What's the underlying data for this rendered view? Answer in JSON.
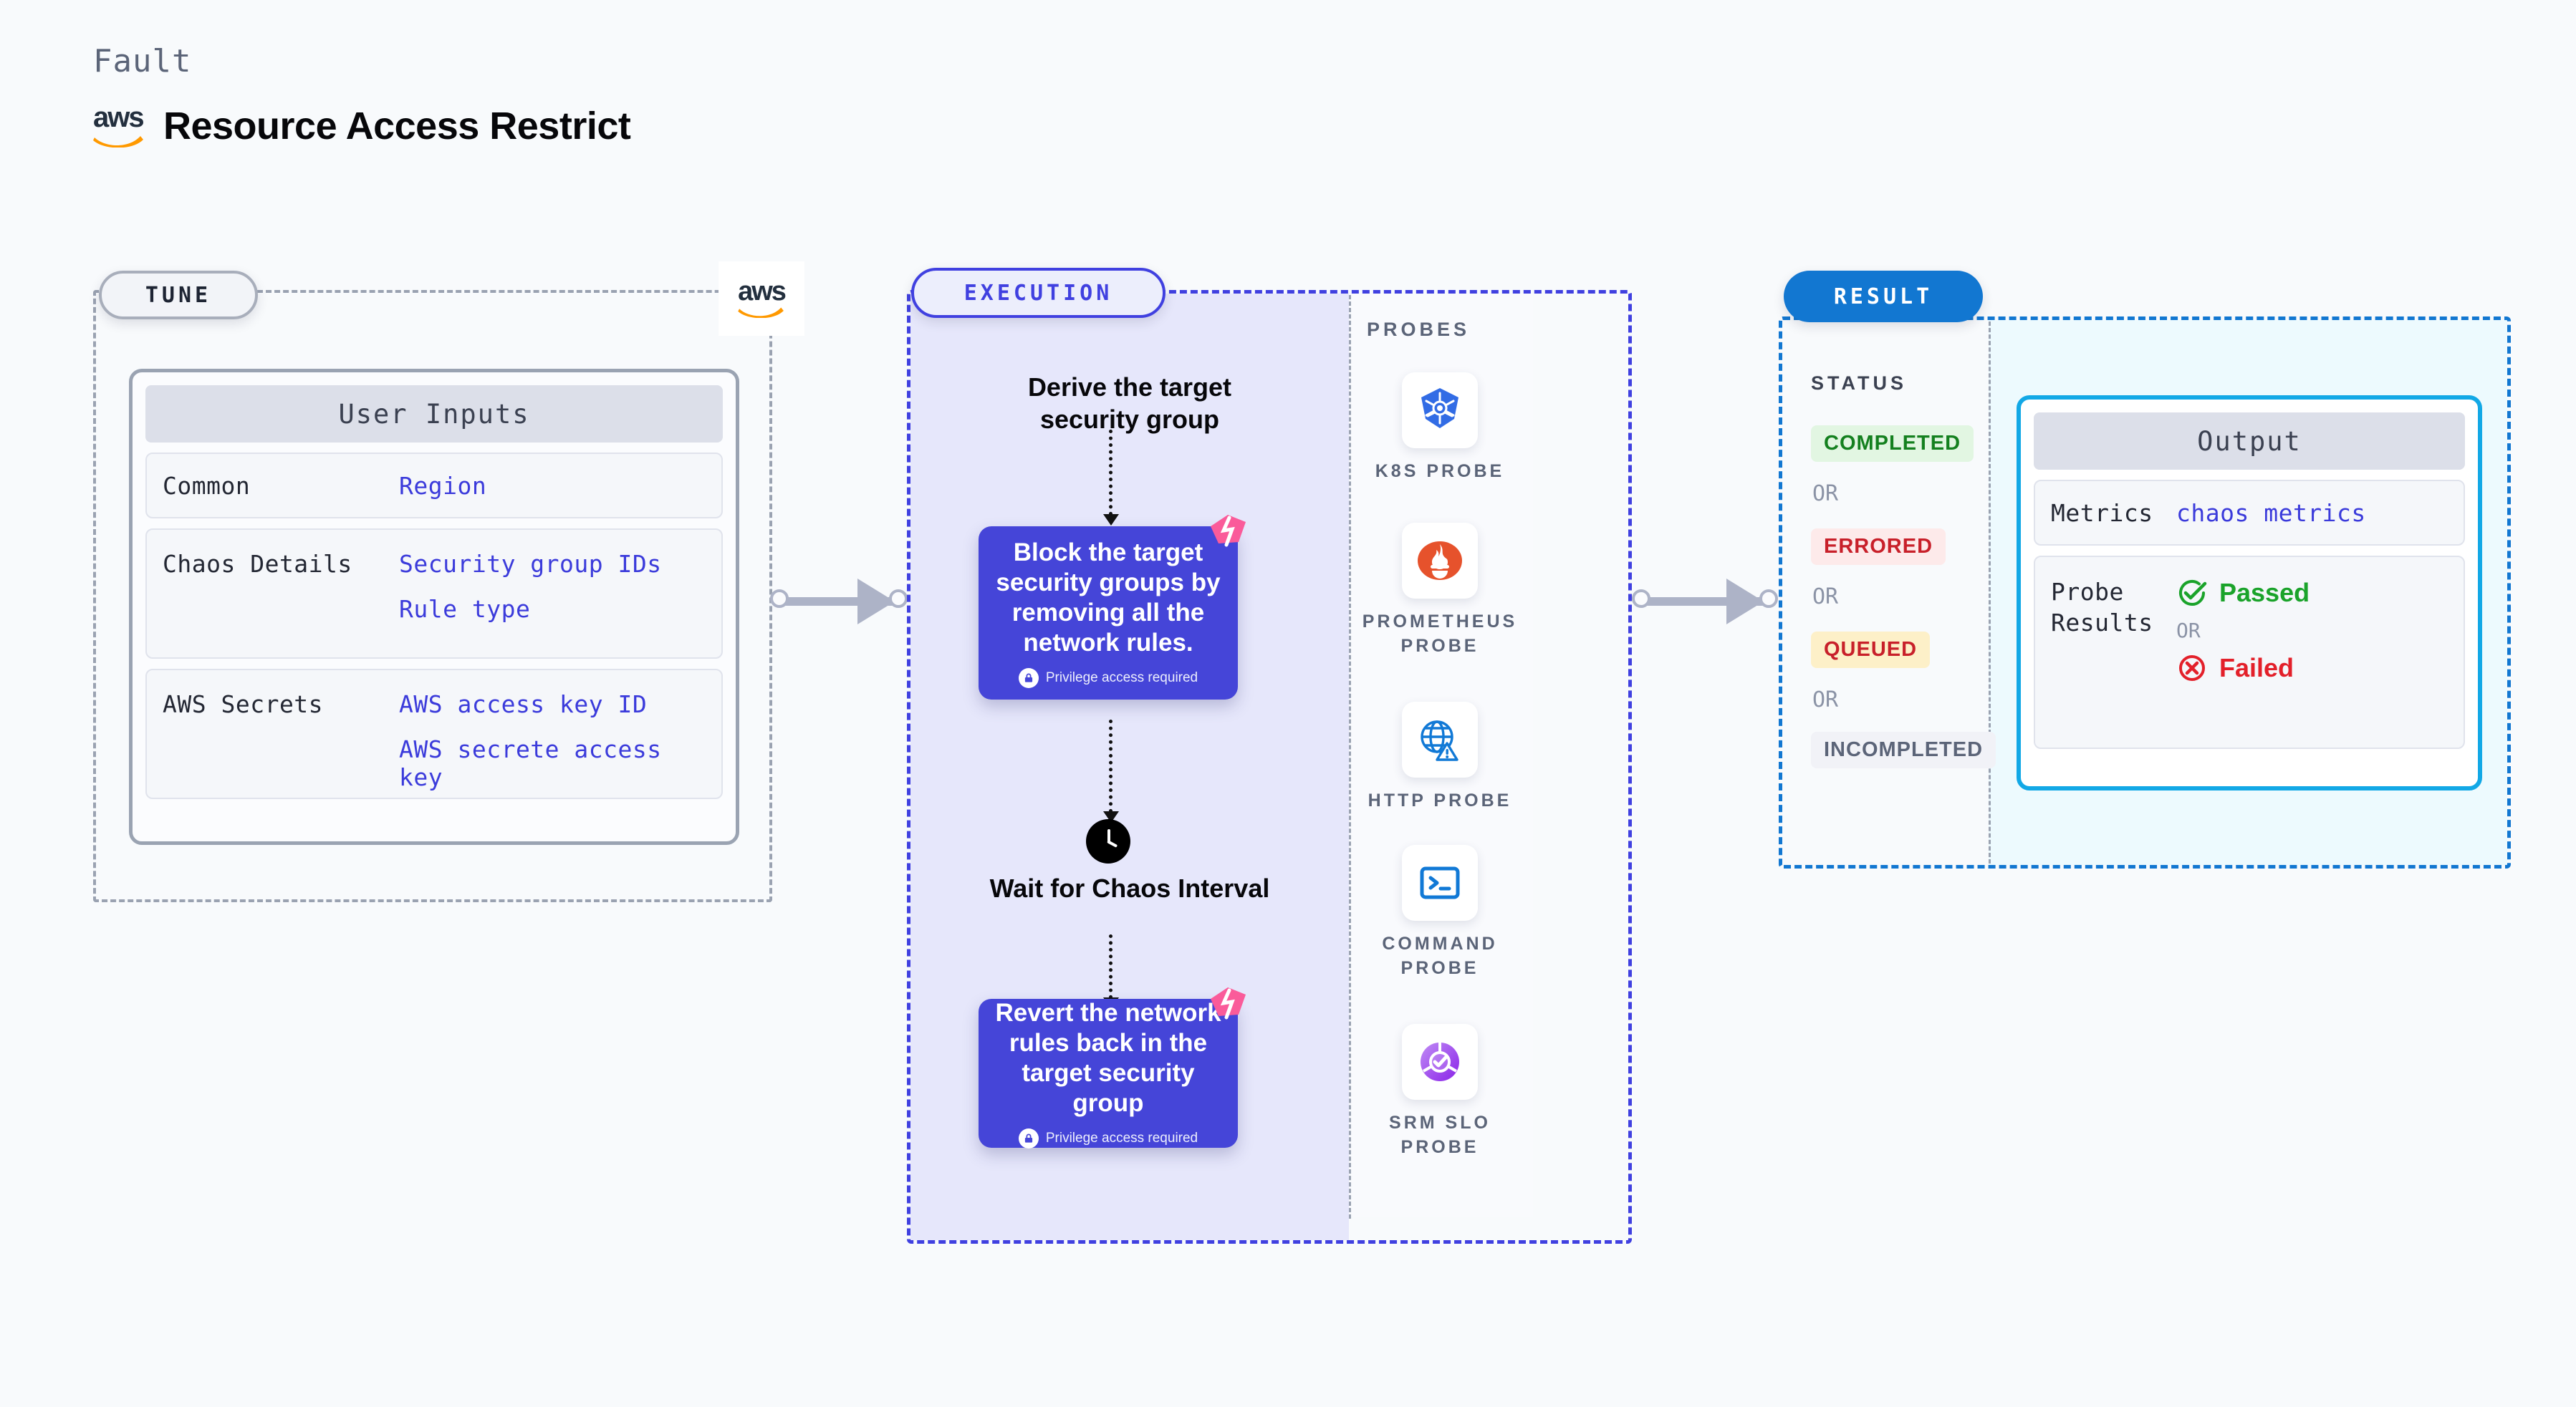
{
  "header": {
    "fault_label": "Fault",
    "title": "Resource Access Restrict",
    "brand_icon": "aws-logo"
  },
  "tune": {
    "pill_label": "TUNE",
    "brand_icon": "aws-logo",
    "card_title": "User Inputs",
    "rows": [
      {
        "key": "Common",
        "values": [
          "Region"
        ]
      },
      {
        "key": "Chaos Details",
        "values": [
          "Security group IDs",
          "Rule type"
        ]
      },
      {
        "key": "AWS Secrets",
        "values": [
          "AWS access key ID",
          "AWS secrete access key"
        ]
      }
    ]
  },
  "execution": {
    "pill_label": "EXECUTION",
    "step1_text": "Derive the target security group",
    "card1_text": "Block the target security groups by removing all the network rules.",
    "card1_note": "Privilege access required",
    "wait_text": "Wait for Chaos Interval",
    "wait_icon": "clock-icon",
    "card2_text": "Revert the network rules back in the target security group",
    "card2_note": "Privilege access required",
    "badge_icon": "harness-chaos-badge-icon",
    "lock_icon": "lock-icon",
    "probes_label": "PROBES",
    "probes": [
      {
        "label": "K8S PROBE",
        "icon": "kubernetes-icon"
      },
      {
        "label": "PROMETHEUS PROBE",
        "icon": "prometheus-icon"
      },
      {
        "label": "HTTP PROBE",
        "icon": "http-globe-warning-icon"
      },
      {
        "label": "COMMAND PROBE",
        "icon": "terminal-icon"
      },
      {
        "label": "SRM SLO PROBE",
        "icon": "srm-slo-icon"
      }
    ]
  },
  "result": {
    "pill_label": "RESULT",
    "status_label": "STATUS",
    "or_label": "OR",
    "statuses": [
      {
        "label": "COMPLETED",
        "bg": "#e2f6e2",
        "fg": "#14801f"
      },
      {
        "label": "ERRORED",
        "bg": "#fdeaea",
        "fg": "#c8202a"
      },
      {
        "label": "QUEUED",
        "bg": "#fdf0c8",
        "fg": "#c8202a"
      },
      {
        "label": "INCOMPLETED",
        "bg": "#f1f2f7",
        "fg": "#5b6478"
      }
    ],
    "output": {
      "title": "Output",
      "metrics_key": "Metrics",
      "metrics_value": "chaos metrics",
      "probe_results_key": "Probe Results",
      "passed_label": "Passed",
      "passed_icon": "check-circle-icon",
      "failed_label": "Failed",
      "failed_icon": "x-circle-icon",
      "or_label": "OR"
    }
  },
  "colors": {
    "tune_border": "#9aa2b1",
    "execution_border": "#4040e0",
    "result_border": "#1277d1",
    "output_border": "#12a8e6",
    "card_purple": "#4545d8",
    "link_blue": "#3b3bdb",
    "badge_pink": "#fa5b9a",
    "aws_orange": "#ff9900",
    "passed_green": "#1aa32a",
    "failed_red": "#e3202a"
  }
}
